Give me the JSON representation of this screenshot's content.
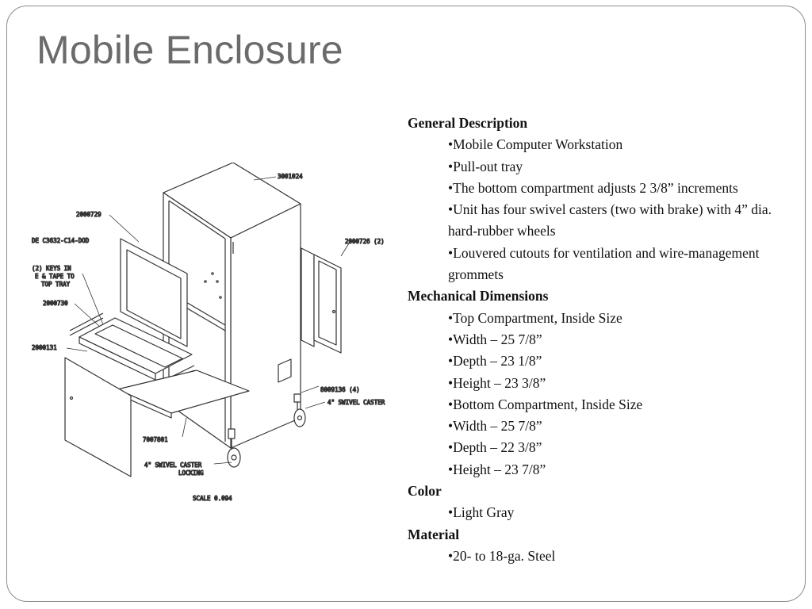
{
  "slide": {
    "title": "Mobile Enclosure"
  },
  "drawing": {
    "labels": {
      "l_3001024": "3001024",
      "l_2000729": "2000729",
      "l_de": "DE C3632-C14-DOD",
      "l_keys1": "(2) KEYS IN",
      "l_keys2": "E & TAPE TO",
      "l_keys3": "TOP TRAY",
      "l_2000730": "2000730",
      "l_2000131": "2000131",
      "l_2000726": "2000726 (2)",
      "l_8009136": "8009136 (4)",
      "l_caster": "4\" SWIVEL CASTER",
      "l_7007801": "7007801",
      "l_lock1": "4\" SWIVEL CASTER",
      "l_lock2": "LOCKING",
      "l_scale": "SCALE  0.094"
    }
  },
  "content": {
    "general": {
      "heading": "General Description",
      "items": [
        "Mobile Computer Workstation",
        "Pull-out tray",
        "The bottom compartment adjusts 2 3/8” increments",
        "Unit has four swivel casters (two with brake) with 4” dia. hard-rubber wheels",
        "Louvered cutouts for ventilation and wire-management grommets"
      ]
    },
    "mechanical": {
      "heading": "Mechanical Dimensions",
      "items": [
        "Top Compartment, Inside Size",
        "Width – 25 7/8”",
        "Depth – 23 1/8”",
        "Height – 23 3/8”",
        "Bottom Compartment, Inside Size",
        "Width – 25 7/8”",
        "Depth – 22 3/8”",
        "Height – 23 7/8”"
      ]
    },
    "color": {
      "heading": "Color",
      "items": [
        "Light Gray"
      ]
    },
    "material": {
      "heading": "Material",
      "items": [
        "20- to 18-ga. Steel"
      ]
    }
  }
}
